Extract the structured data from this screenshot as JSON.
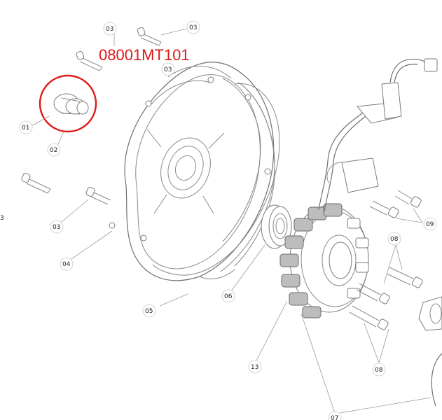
{
  "title": "08001MT101",
  "highlight_color": "#e01818",
  "callouts": [
    {
      "id": "c-03-a",
      "text": "03"
    },
    {
      "id": "c-03-b",
      "text": "03"
    },
    {
      "id": "c-03-c",
      "text": "03"
    },
    {
      "id": "c-03-d",
      "text": "03"
    },
    {
      "id": "c-01",
      "text": "01"
    },
    {
      "id": "c-02",
      "text": "02"
    },
    {
      "id": "c-03-left",
      "text": "3"
    },
    {
      "id": "c-04",
      "text": "04"
    },
    {
      "id": "c-05",
      "text": "05"
    },
    {
      "id": "c-06",
      "text": "06"
    },
    {
      "id": "c-09",
      "text": "09"
    },
    {
      "id": "c-08-a",
      "text": "08"
    },
    {
      "id": "c-08-b",
      "text": "08"
    },
    {
      "id": "c-13",
      "text": "13"
    },
    {
      "id": "c-07",
      "text": "07"
    }
  ]
}
